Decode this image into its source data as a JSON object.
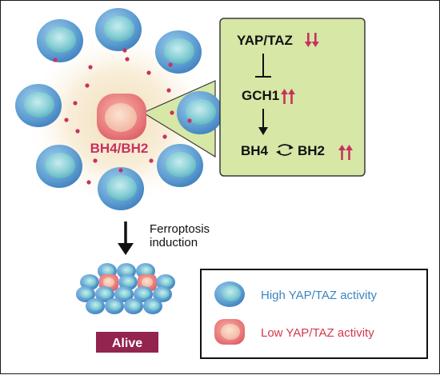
{
  "diagram": {
    "cluster_label": "BH4/BH2",
    "pathway": {
      "yap_taz": "YAP/TAZ",
      "gch1": "GCH1",
      "bh4": "BH4",
      "bh2": "BH2"
    },
    "treatment_label_line1": "Ferroptosis",
    "treatment_label_line2": "induction",
    "outcome_label": "Alive",
    "legend": {
      "high": "High YAP/TAZ activity",
      "low": "Low YAP/TAZ activity"
    },
    "colors": {
      "high_cell_outer": "#4f8fc9",
      "high_cell_inner": "#7cc8cf",
      "low_cell_outer": "#e06c6f",
      "low_cell_inner": "#f2b9a8",
      "accent_magenta": "#c8315f",
      "pathway_box": "#d6e7a6",
      "legend_high_text": "#3b86c2",
      "legend_low_text": "#d1394b",
      "alive_badge": "#93234f"
    }
  }
}
